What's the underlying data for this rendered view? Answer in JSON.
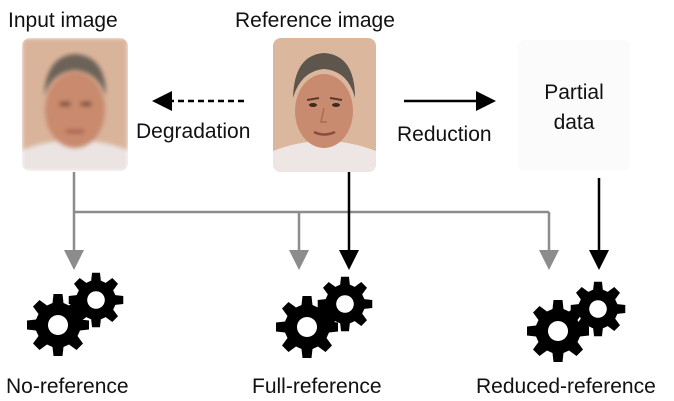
{
  "nodes": {
    "input_image": "Input image",
    "reference_image": "Reference image",
    "partial_data_line1": "Partial",
    "partial_data_line2": "data"
  },
  "edges": {
    "degradation": "Degradation",
    "reduction": "Reduction"
  },
  "methods": {
    "no_reference": "No-reference",
    "full_reference": "Full-reference",
    "reduced_reference": "Reduced-reference"
  },
  "colors": {
    "gray_arrow": "#8c8c8c",
    "black_arrow": "#000000",
    "gear": "#000000"
  }
}
